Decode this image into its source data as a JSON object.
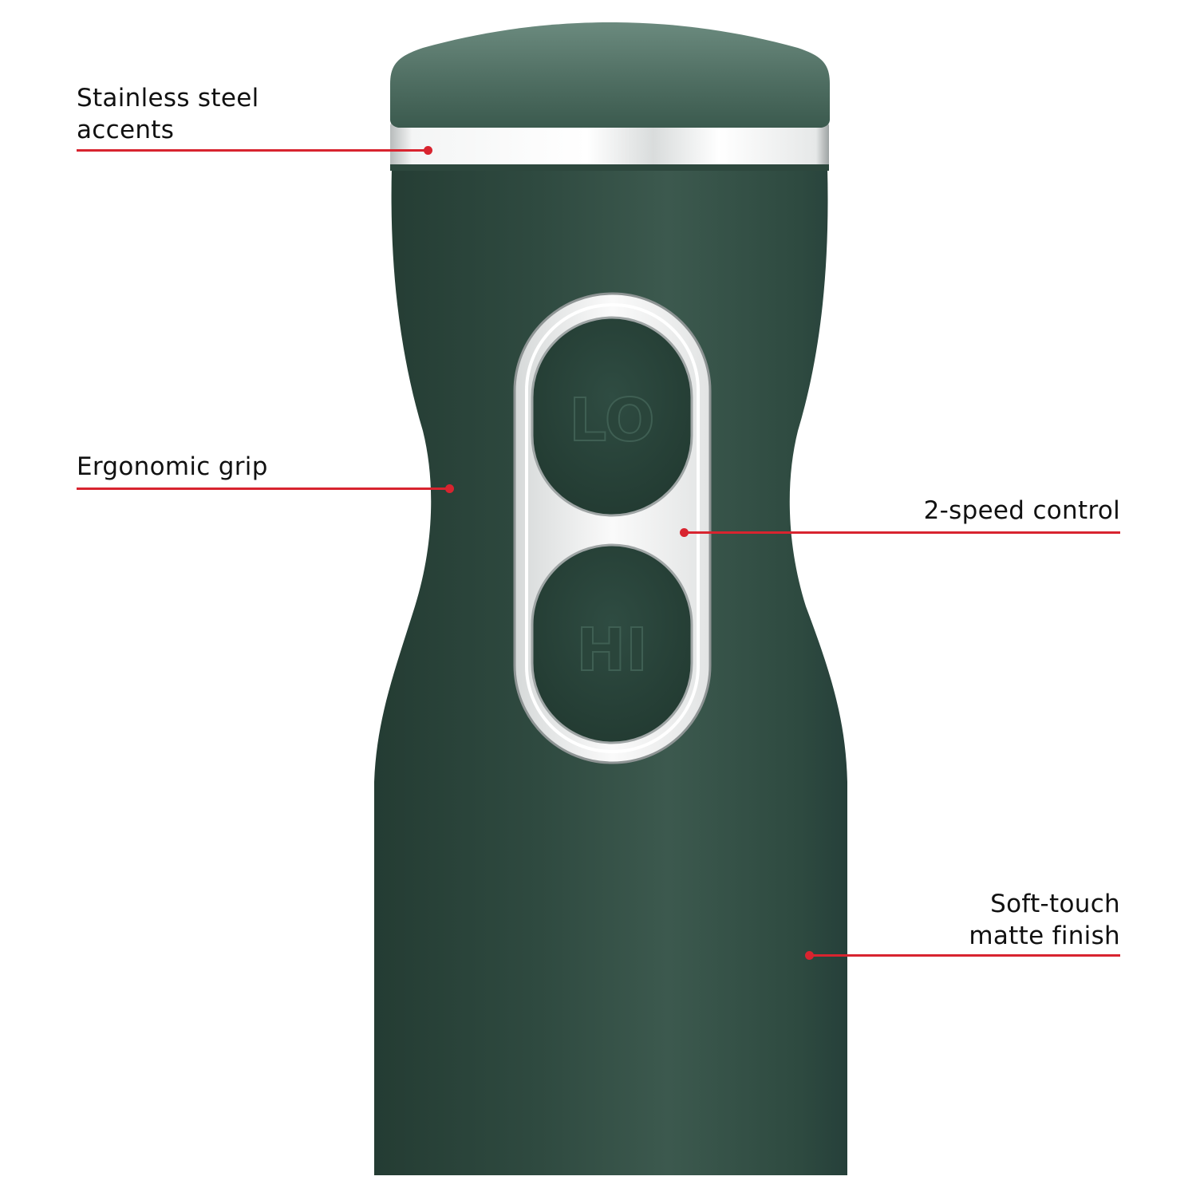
{
  "product": {
    "name": "hand-blender-handle",
    "colors": {
      "body": "#2f4a40",
      "body_highlight": "#3f5d52",
      "cap": "#4d6c60",
      "steel": "#eceeee",
      "callout": "#d8242f",
      "text": "#111111"
    },
    "buttons": [
      {
        "label": "LO"
      },
      {
        "label": "HI"
      }
    ]
  },
  "callouts": [
    {
      "id": "stainless-steel",
      "label": "Stainless steel\naccents",
      "side": "left"
    },
    {
      "id": "ergonomic-grip",
      "label": "Ergonomic grip",
      "side": "left"
    },
    {
      "id": "two-speed",
      "label": "2-speed control",
      "side": "right"
    },
    {
      "id": "soft-touch",
      "label": "Soft-touch\nmatte finish",
      "side": "right"
    }
  ]
}
